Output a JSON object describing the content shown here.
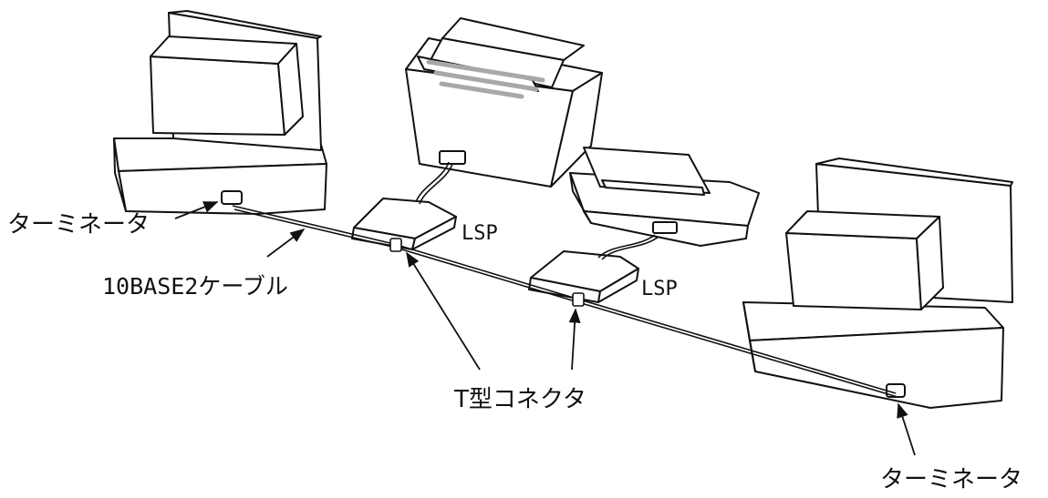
{
  "labels": {
    "terminator_left": "ターミネータ",
    "cable": "10BASE2ケーブル",
    "lsp_1": "LSP",
    "lsp_2": "LSP",
    "t_connector": "T型コネクタ",
    "terminator_right": "ターミネータ"
  },
  "colors": {
    "line": "#111111",
    "fill": "#ffffff",
    "paper_stripes": "#a8a8a8"
  }
}
